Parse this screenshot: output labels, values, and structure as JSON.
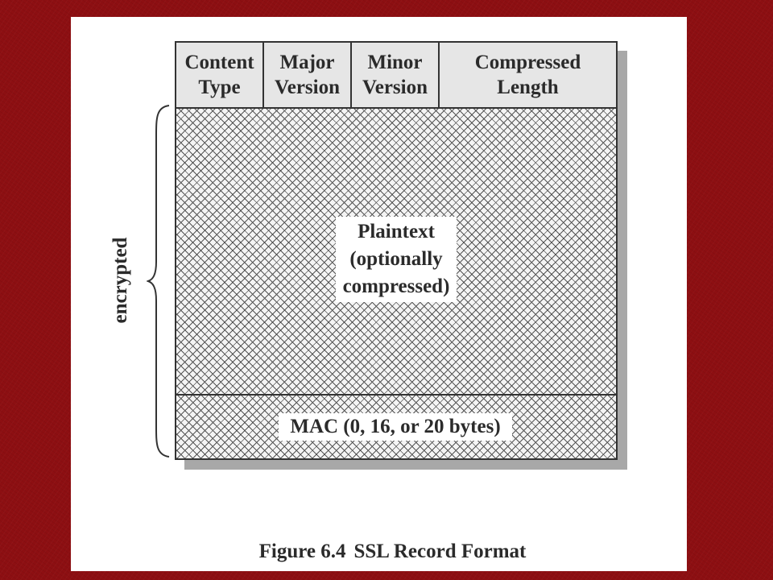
{
  "header_fields": [
    {
      "line1": "Content",
      "line2": "Type"
    },
    {
      "line1": "Major",
      "line2": "Version"
    },
    {
      "line1": "Minor",
      "line2": "Version"
    },
    {
      "line1": "Compressed",
      "line2": "Length"
    }
  ],
  "plaintext": {
    "line1": "Plaintext",
    "line2": "(optionally",
    "line3": "compressed)"
  },
  "mac": {
    "label": "MAC (0, 16, or 20 bytes)"
  },
  "side_label": "encrypted",
  "caption": {
    "figure": "Figure 6.4",
    "title": "SSL Record Format"
  },
  "colors": {
    "background": "#8d0f12",
    "header_fill": "#e6e6e6",
    "border": "#333333",
    "shadow": "#a8a8a8"
  }
}
